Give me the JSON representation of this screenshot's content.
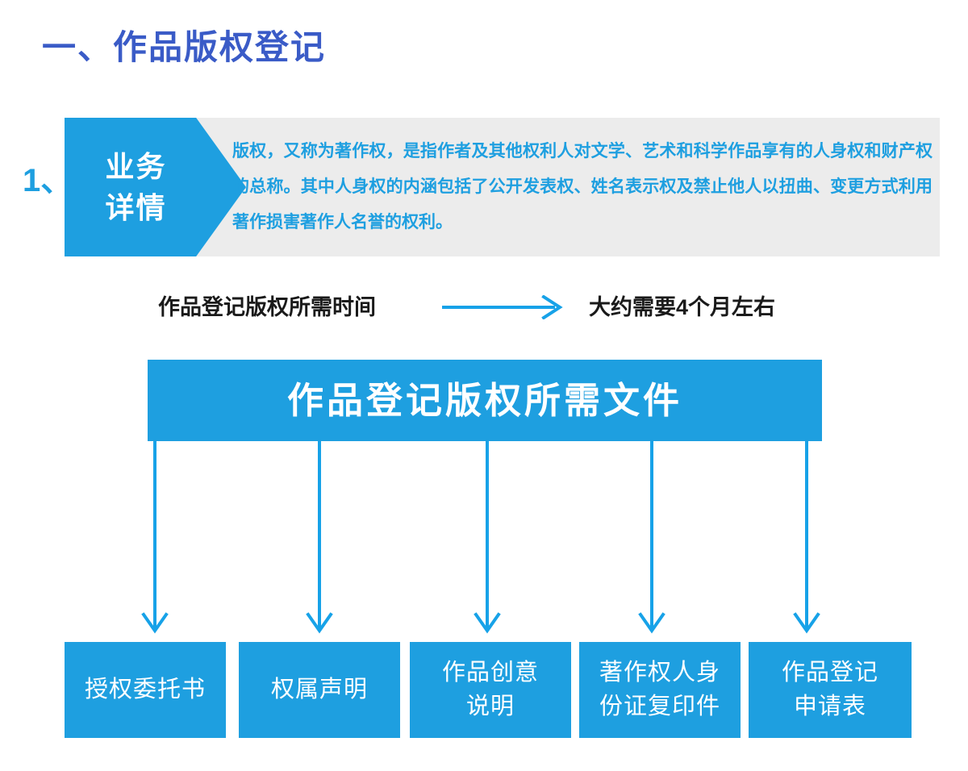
{
  "page": {
    "title": "一、作品版权登记",
    "accent_blue": "#1e9fe0",
    "title_blue": "#3a5bc7",
    "panel_gray": "#ececec"
  },
  "detail": {
    "index_label": "1、",
    "tag_line1": "业务",
    "tag_line2": "详情",
    "body": "版权，又称为著作权，是指作者及其他权利人对文学、艺术和科学作品享有的人身权和财产权的总称。其中人身权的内涵包括了公开发表权、姓名表示权及禁止他人以扭曲、变更方式利用著作损害著作人名誉的权利。"
  },
  "duration": {
    "label": "作品登记版权所需时间",
    "value": "大约需要4个月左右"
  },
  "documents": {
    "banner": "作品登记版权所需文件",
    "items": [
      {
        "label": "授权委托书"
      },
      {
        "label": "权属声明"
      },
      {
        "label": "作品创意\n说明"
      },
      {
        "label": "著作权人身\n份证复印件"
      },
      {
        "label": "作品登记\n申请表"
      }
    ]
  }
}
